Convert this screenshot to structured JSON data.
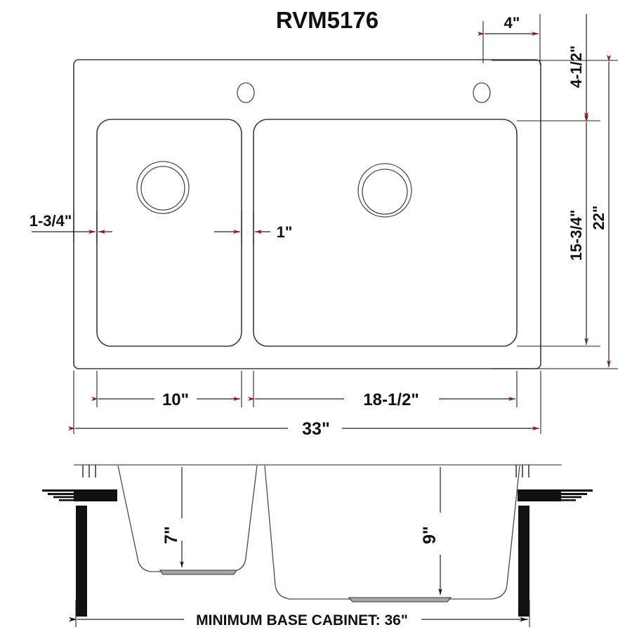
{
  "drawing": {
    "title": "RVM5176",
    "product_type": "double-bowl-drop-in-kitchen-sink",
    "views": {
      "top": {
        "name": "top-view",
        "dimensions": {
          "faucet_hole_offset": "4\"",
          "rear_deck_to_bowl": "4-1/2\"",
          "bowl_depth_front_to_back": "15-3/4\"",
          "overall_depth": "22\"",
          "left_deck_width": "1-3/4\"",
          "center_divider_width": "1\"",
          "left_bowl_width": "10\"",
          "right_bowl_width": "18-1/2\"",
          "overall_width": "33\""
        }
      },
      "section": {
        "name": "cross-section-view",
        "dimensions": {
          "left_bowl_depth": "7\"",
          "right_bowl_depth": "9\"",
          "base_cabinet": "MINIMUM BASE CABINET: 36\""
        }
      }
    },
    "colors": {
      "line": "#222222",
      "arrow": "#8b1a1a",
      "solid": "#111111",
      "background": "#ffffff"
    }
  }
}
